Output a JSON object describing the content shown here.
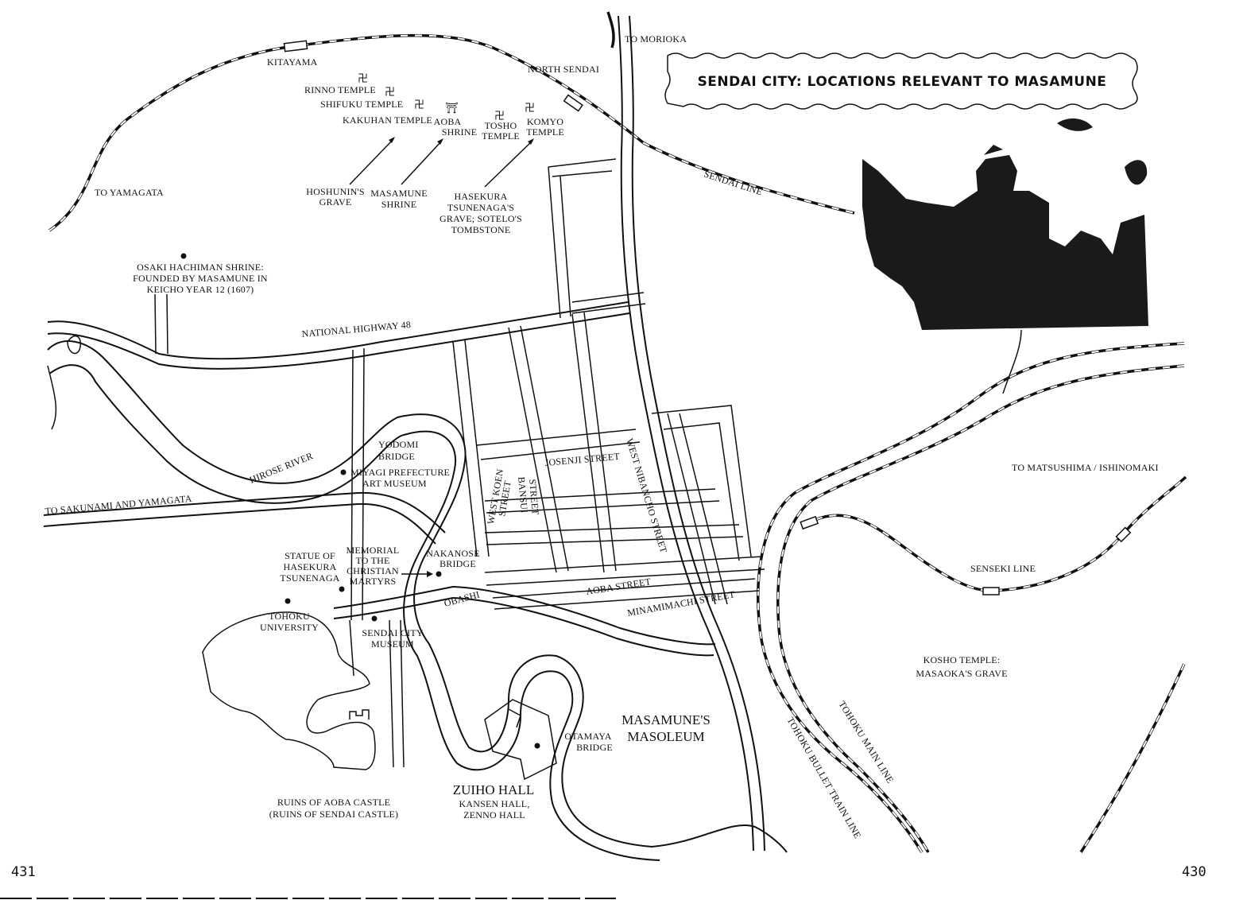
{
  "map": {
    "title": "SENDAI CITY: LOCATIONS RELEVANT TO MASAMUNE",
    "page_left": "431",
    "page_right": "430",
    "labels": {
      "to_morioka": "TO MORIOKA",
      "north_sendai": "NORTH SENDAI",
      "kitayama": "KITAYAMA",
      "sendai_line": "SENDAI LINE",
      "to_yamagata": "TO YAMAGATA",
      "rinno_temple": "RINNO TEMPLE",
      "shifuku_temple": "SHIFUKU TEMPLE",
      "kakuhan_temple": "KAKUHAN TEMPLE",
      "aoba_shrine_1": "AOBA",
      "aoba_shrine_2": "SHRINE",
      "tosho_temple_1": "TOSHO",
      "tosho_temple_2": "TEMPLE",
      "komyo_temple_1": "KOMYO",
      "komyo_temple_2": "TEMPLE",
      "hoshunin_1": "HOSHUNIN'S",
      "hoshunin_2": "GRAVE",
      "masamune_shrine_1": "MASAMUNE",
      "masamune_shrine_2": "SHRINE",
      "hasekura_grave_1": "HASEKURA",
      "hasekura_grave_2": "TSUNENAGA'S",
      "hasekura_grave_3": "GRAVE; SOTELO'S",
      "hasekura_grave_4": "TOMBSTONE",
      "osaki_1": "OSAKI HACHIMAN SHRINE:",
      "osaki_2": "FOUNDED BY MASAMUNE IN",
      "osaki_3": "KEICHO YEAR 12 (1607)",
      "national_highway": "NATIONAL HIGHWAY 48",
      "hirose_river": "HIROSE RIVER",
      "to_sakunami": "TO SAKUNAMI AND YAMAGATA",
      "yodomi_1": "YODOMI",
      "yodomi_2": "BRIDGE",
      "miyagi_1": "MIYAGI PREFECTURE",
      "miyagi_2": "ART MUSEUM",
      "west_koen_1": "WEST KOEN",
      "west_koen_2": "STREET",
      "bansui_1": "BANSUI",
      "bansui_2": "STREET",
      "josenji": "JOSENJI STREET",
      "west_nibancho": "WEST NIBANCHO STREET",
      "statue_1": "STATUE OF",
      "statue_2": "HASEKURA",
      "statue_3": "TSUNENAGA",
      "memorial_1": "MEMORIAL",
      "memorial_2": "TO THE",
      "memorial_3": "CHRISTIAN",
      "memorial_4": "MARTYRS",
      "nakanose_1": "NAKANOSE",
      "nakanose_2": "BRIDGE",
      "obashi": "OBASHI",
      "aoba_street": "AOBA STREET",
      "minamimachi": "MINAMIMACHI STREET",
      "tohoku_univ_1": "TOHOKU",
      "tohoku_univ_2": "UNIVERSITY",
      "sendai_museum_1": "SENDAI CITY",
      "sendai_museum_2": "MUSEUM",
      "ruins_1": "RUINS OF AOBA CASTLE",
      "ruins_2": "(RUINS OF SENDAI CASTLE)",
      "zuiho_hall": "ZUIHO HALL",
      "kansen_1": "KANSEN HALL,",
      "kansen_2": "ZENNO HALL",
      "otamaya_1": "OTAMAYA",
      "otamaya_2": "BRIDGE",
      "masoleum_1": "MASAMUNE'S",
      "masoleum_2": "MASOLEUM",
      "to_matsushima": "TO MATSUSHIMA / ISHINOMAKI",
      "senseki_line": "SENSEKI LINE",
      "kosho_1": "KOSHO TEMPLE:",
      "kosho_2": "MASAOKA'S GRAVE",
      "tohoku_main": "TOHOKU MAIN LINE",
      "tohoku_bullet": "TOHOKU BULLET TRAIN LINE"
    }
  }
}
